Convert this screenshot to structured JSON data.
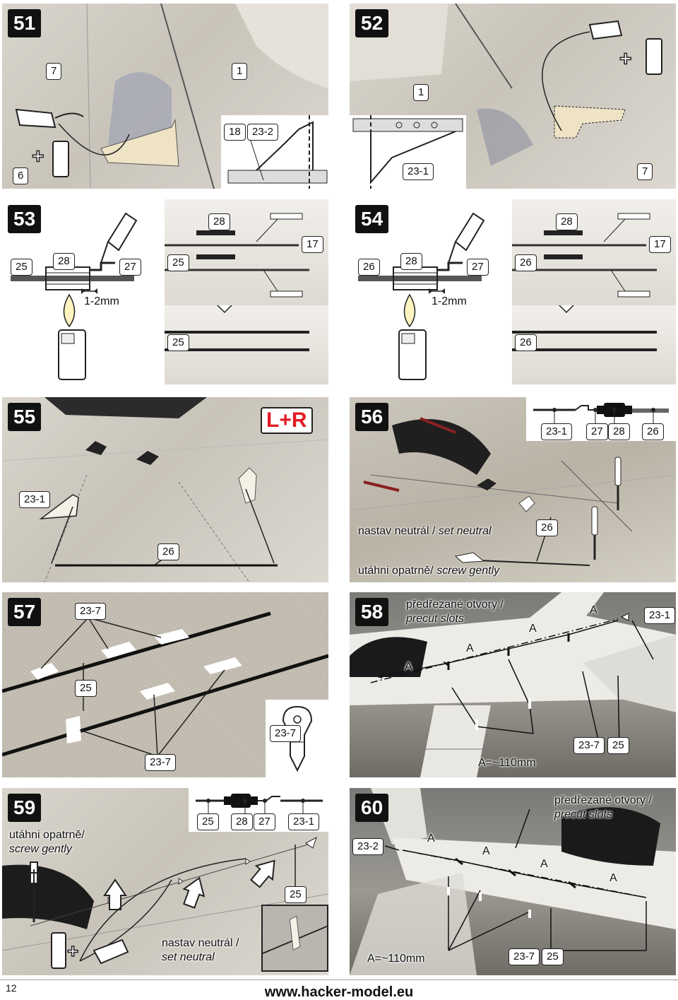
{
  "steps": {
    "s51": {
      "num": "51",
      "tags": [
        "7",
        "1",
        "6",
        "18",
        "23-2"
      ]
    },
    "s52": {
      "num": "52",
      "tags": [
        "1",
        "23-1",
        "7"
      ]
    },
    "s53": {
      "num": "53",
      "tags": [
        "25",
        "28",
        "27",
        "25",
        "28",
        "17",
        "25"
      ],
      "gap": "1-2mm"
    },
    "s54": {
      "num": "54",
      "tags": [
        "26",
        "28",
        "27",
        "26",
        "28",
        "17",
        "26"
      ],
      "gap": "1-2mm"
    },
    "s55": {
      "num": "55",
      "tags": [
        "23-1",
        "26"
      ],
      "lr": "L+R"
    },
    "s56": {
      "num": "56",
      "tags": [
        "23-1",
        "27",
        "28",
        "26",
        "26"
      ],
      "text_neutral_cz": "nastav neutrál / ",
      "text_neutral_en": "set neutral",
      "text_screw_cz": "utáhni opatrně/ ",
      "text_screw_en": "screw gently"
    },
    "s57": {
      "num": "57",
      "tags": [
        "23-7",
        "25",
        "23-7",
        "23-7"
      ]
    },
    "s58": {
      "num": "58",
      "tags": [
        "23-1",
        "23-7",
        "25"
      ],
      "text_precut_cz": "předřezané otvory /",
      "text_precut_en": "precut slots",
      "a": "A",
      "dist": "A=~110mm"
    },
    "s59": {
      "num": "59",
      "tags": [
        "25",
        "28",
        "27",
        "23-1",
        "25"
      ],
      "text_screw_cz": "utáhni opatrně/",
      "text_screw_en": "screw gently",
      "text_neutral_cz": "nastav neutrál /",
      "text_neutral_en": "set neutral"
    },
    "s60": {
      "num": "60",
      "tags": [
        "23-2",
        "23-7",
        "25"
      ],
      "text_precut_cz": "předřezané otvory /",
      "text_precut_en": "precut slots",
      "a": "A",
      "dist": "A=~110mm"
    }
  },
  "footer": {
    "page": "12",
    "url": "www.hacker-model.eu"
  }
}
